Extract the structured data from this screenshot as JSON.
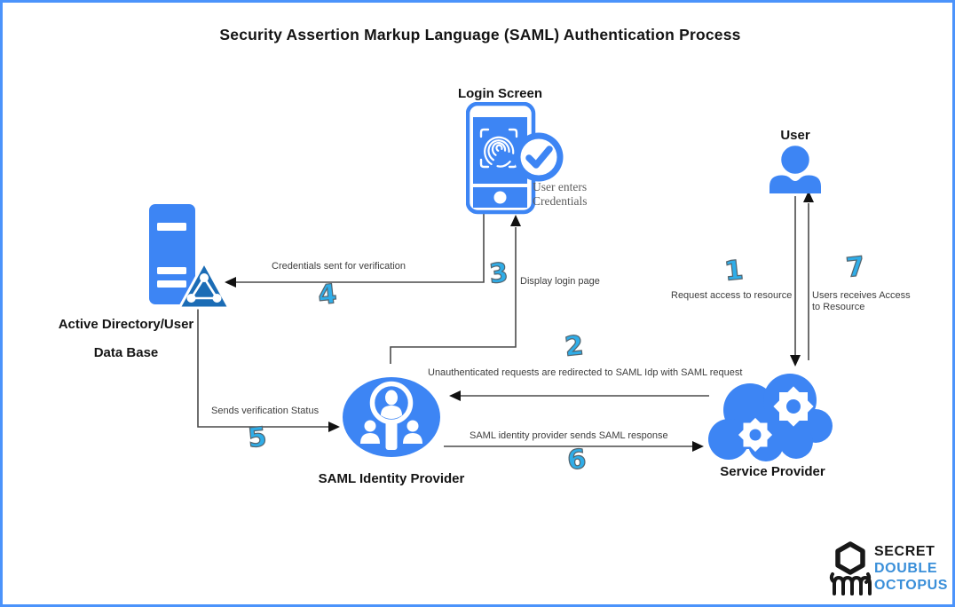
{
  "title": "Security Assertion Markup Language (SAML) Authentication Process",
  "nodes": {
    "login_screen": {
      "label": "Login Screen",
      "note": "User enters\nCredentials"
    },
    "user": {
      "label": "User"
    },
    "active_directory": {
      "label_line1": "Active Directory/User",
      "label_line2": "Data Base"
    },
    "idp": {
      "label": "SAML Identity Provider"
    },
    "service_provider": {
      "label": "Service Provider"
    }
  },
  "steps": [
    {
      "num": "1",
      "label": "Request access to resource"
    },
    {
      "num": "2",
      "label": "Unauthenticated requests are redirected to SAML Idp with SAML request"
    },
    {
      "num": "3",
      "label": "Display login page"
    },
    {
      "num": "4",
      "label": "Credentials sent for verification"
    },
    {
      "num": "5",
      "label": "Sends verification Status"
    },
    {
      "num": "6",
      "label": "SAML identity provider sends SAML response"
    },
    {
      "num": "7",
      "label": "Users receives Access\nto Resource"
    }
  ],
  "logo": {
    "line1": "SECRET",
    "line2": "DOUBLE",
    "line3": "OCTOPUS"
  },
  "icons": {
    "login_screen": "phone-fingerprint-icon",
    "login_badge": "checkmark-badge-icon",
    "user": "person-icon",
    "active_directory": "server-tower-icon",
    "active_directory_badge": "network-triangle-icon",
    "idp": "magnifier-user-icon",
    "service_provider": "cloud-gears-icon",
    "brand": "octopus-icon"
  },
  "colors": {
    "primary_blue": "#3d85f4",
    "badge_dark_blue": "#1b6cb5",
    "step_number_fill": "#2fade8",
    "step_number_outline": "#54656f",
    "connector_line": "#4a4a4a",
    "border_blue": "#4b93fb",
    "logo_blue": "#3a8fd9",
    "text_dark": "#141414",
    "label_gray": "#3d3d3d",
    "note_gray": "#5f5f5f"
  }
}
